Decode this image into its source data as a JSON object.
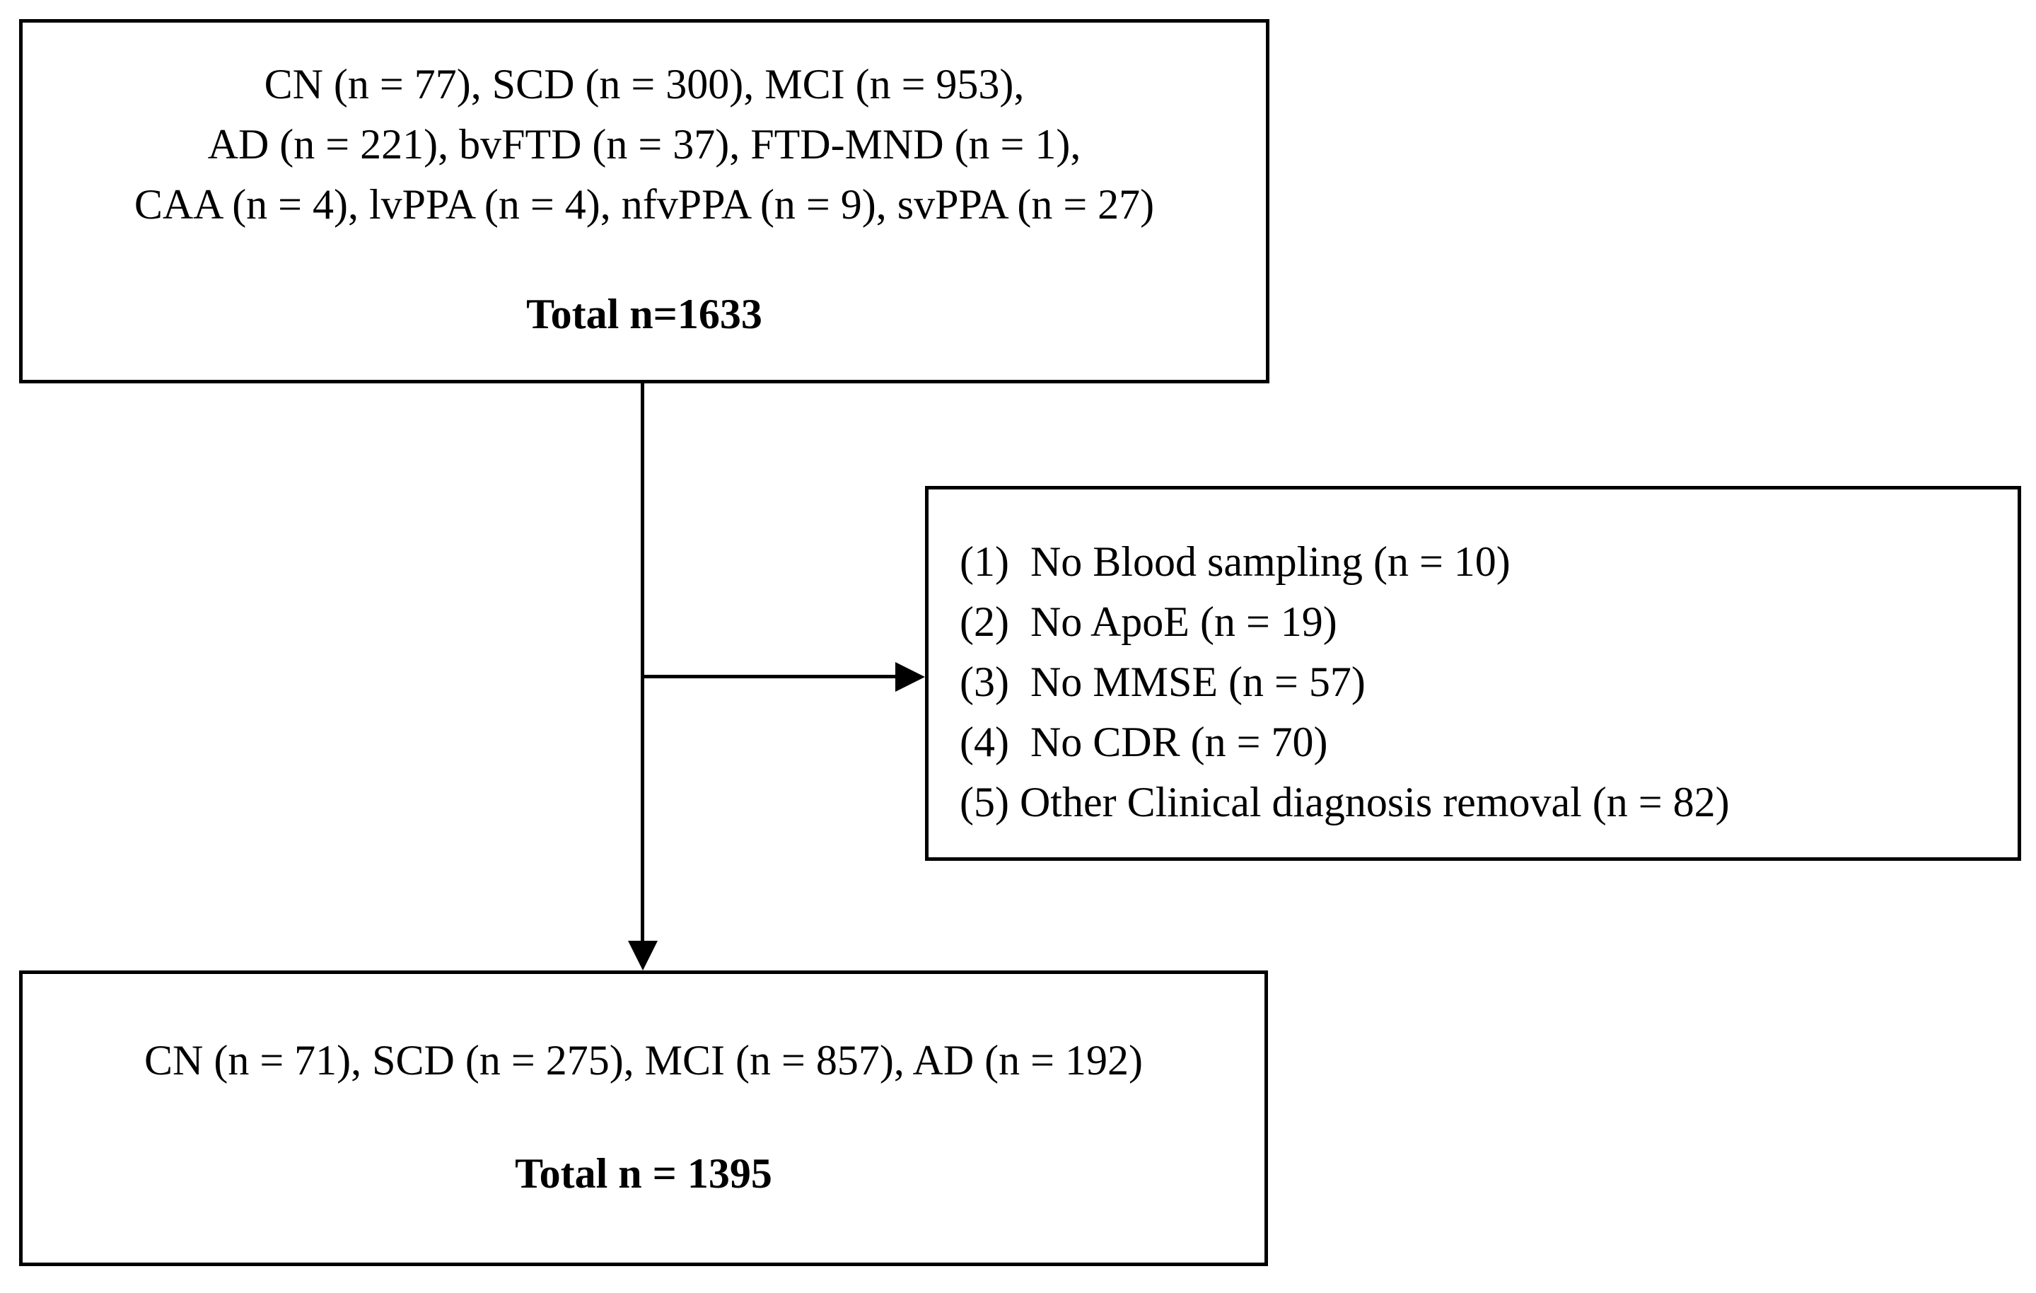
{
  "colors": {
    "border": "#000000",
    "text": "#000000",
    "background": "#ffffff"
  },
  "initial_box": {
    "line1": "CN (n = 77), SCD (n = 300), MCI (n = 953),",
    "line2": "AD (n = 221), bvFTD (n = 37), FTD-MND (n = 1),",
    "line3": "CAA (n = 4), lvPPA (n = 4), nfvPPA (n = 9), svPPA (n = 27)",
    "total": "Total n=1633"
  },
  "exclusion_box": {
    "items": [
      "(1)  No Blood sampling (n = 10)",
      "(2)  No ApoE (n = 19)",
      "(3)  No MMSE (n = 57)",
      "(4)  No CDR (n = 70)",
      "(5) Other Clinical diagnosis removal (n = 82)"
    ]
  },
  "final_box": {
    "line1": "CN (n = 71), SCD (n = 275), MCI (n = 857), AD (n = 192)",
    "total": "Total n = 1395"
  }
}
